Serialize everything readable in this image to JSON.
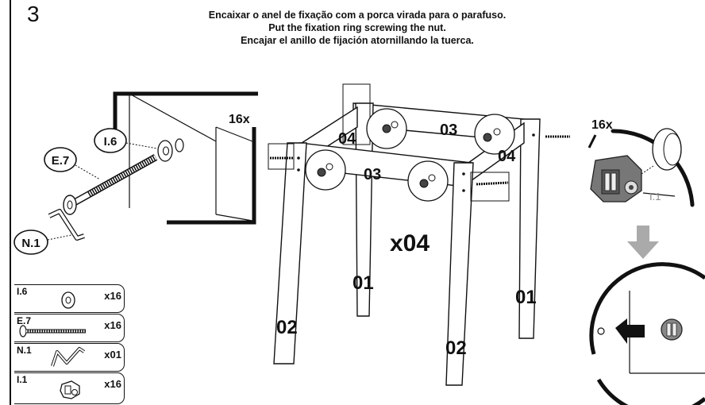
{
  "step": {
    "number": "3"
  },
  "instructions": {
    "pt": "Encaixar o anel de fixação com a porca virada para o parafuso.",
    "en": "Put the fixation ring screwing the nut.",
    "es": "Encajar el anillo de fijación atornillando la tuerca."
  },
  "detail_left": {
    "count": "16x",
    "callouts": {
      "washer": "I.6",
      "bolt": "E.7",
      "allen_key": "N.1"
    }
  },
  "frame": {
    "rail_labels": {
      "rail_back": "03",
      "rail_front": "03",
      "side_left": "04",
      "side_right": "04"
    },
    "leg_labels": {
      "leg_back_left": "01",
      "leg_back_right": "01",
      "leg_front_left": "02",
      "leg_front_right": "02"
    },
    "multiplier": "x04"
  },
  "detail_right": {
    "count": "16x",
    "part_tag": "I.1"
  },
  "inventory": [
    {
      "code": "I.6",
      "qty": "x16",
      "icon": "washer-icon"
    },
    {
      "code": "E.7",
      "qty": "x16",
      "icon": "bolt-icon"
    },
    {
      "code": "N.1",
      "qty": "x01",
      "icon": "allen-key-icon"
    },
    {
      "code": "I.1",
      "qty": "x16",
      "icon": "cam-nut-icon"
    }
  ]
}
